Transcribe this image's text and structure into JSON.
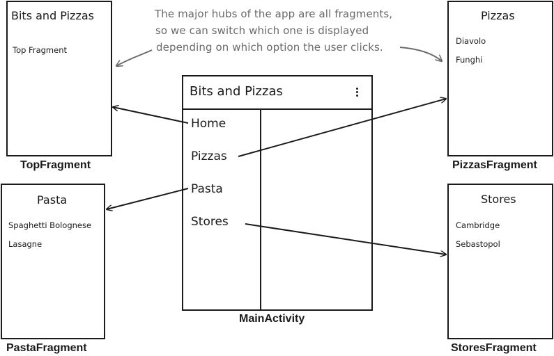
{
  "annotation": {
    "lines": [
      "The major hubs of the app are all fragments,",
      "so we can switch which one is displayed",
      "depending on which option the user clicks."
    ]
  },
  "main_activity": {
    "app_title": "Bits and Pizzas",
    "overflow_icon": "overflow-menu-icon",
    "menu_items": [
      "Home",
      "Pizzas",
      "Pasta",
      "Stores"
    ],
    "caption": "MainActivity"
  },
  "top_fragment": {
    "title": "Bits and Pizzas",
    "items": [
      "Top Fragment"
    ],
    "caption": "TopFragment"
  },
  "pizzas_fragment": {
    "title": "Pizzas",
    "items": [
      "Diavolo",
      "Funghi"
    ],
    "caption": "PizzasFragment"
  },
  "pasta_fragment": {
    "title": "Pasta",
    "items": [
      "Spaghetti Bolognese",
      "Lasagne"
    ],
    "caption": "PastaFragment"
  },
  "stores_fragment": {
    "title": "Stores",
    "items": [
      "Cambridge",
      "Sebastopol"
    ],
    "caption": "StoresFragment"
  },
  "colors": {
    "ink": "#1a1a1a",
    "annotation": "#6a6a6a"
  }
}
